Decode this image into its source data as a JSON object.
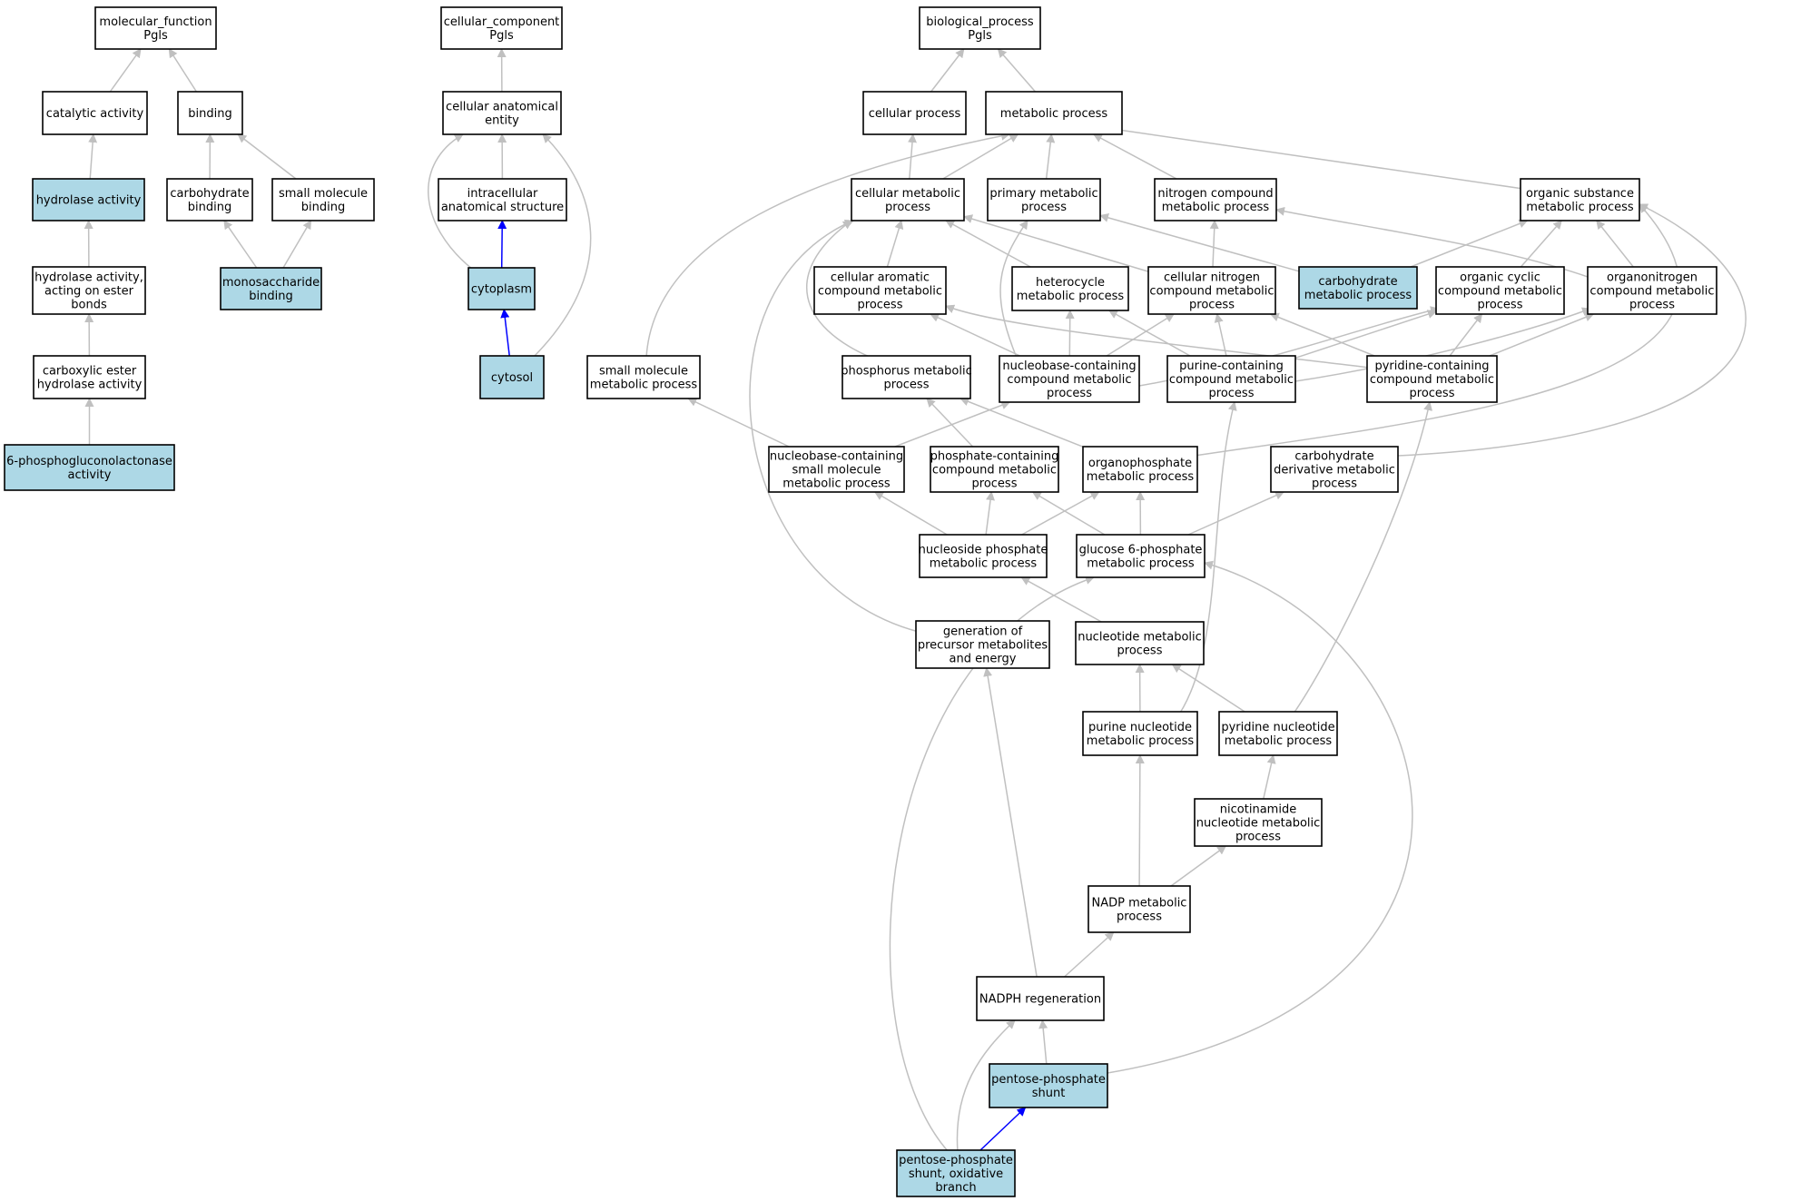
{
  "colors": {
    "highlight_fill": "#add8e6",
    "plain_fill": "#ffffff",
    "edge_gray": "#c0c0c0",
    "edge_blue": "#0000ff",
    "border": "#000000"
  },
  "nodes": [
    {
      "id": "mf",
      "lines": [
        "molecular_function",
        "Pgls"
      ],
      "highlight": false
    },
    {
      "id": "catalytic",
      "lines": [
        "catalytic activity"
      ],
      "highlight": false
    },
    {
      "id": "binding",
      "lines": [
        "binding"
      ],
      "highlight": false
    },
    {
      "id": "hydrolase",
      "lines": [
        "hydrolase activity"
      ],
      "highlight": true
    },
    {
      "id": "carb_binding",
      "lines": [
        "carbohydrate",
        "binding"
      ],
      "highlight": false
    },
    {
      "id": "smallmol_binding",
      "lines": [
        "small molecule",
        "binding"
      ],
      "highlight": false
    },
    {
      "id": "hydrolase_ester",
      "lines": [
        "hydrolase activity,",
        "acting on ester",
        "bonds"
      ],
      "highlight": false
    },
    {
      "id": "monosacch",
      "lines": [
        "monosaccharide",
        "binding"
      ],
      "highlight": true
    },
    {
      "id": "carboxylic",
      "lines": [
        "carboxylic ester",
        "hydrolase activity"
      ],
      "highlight": false
    },
    {
      "id": "6pgl",
      "lines": [
        "6-phosphogluconolactonase",
        "activity"
      ],
      "highlight": true
    },
    {
      "id": "cc",
      "lines": [
        "cellular_component",
        "Pgls"
      ],
      "highlight": false
    },
    {
      "id": "anat",
      "lines": [
        "cellular anatomical",
        "entity"
      ],
      "highlight": false
    },
    {
      "id": "intracell",
      "lines": [
        "intracellular",
        "anatomical structure"
      ],
      "highlight": false
    },
    {
      "id": "cytoplasm",
      "lines": [
        "cytoplasm"
      ],
      "highlight": true
    },
    {
      "id": "cytosol",
      "lines": [
        "cytosol"
      ],
      "highlight": true
    },
    {
      "id": "bp",
      "lines": [
        "biological_process",
        "Pgls"
      ],
      "highlight": false
    },
    {
      "id": "cellproc",
      "lines": [
        "cellular process"
      ],
      "highlight": false
    },
    {
      "id": "metab",
      "lines": [
        "metabolic process"
      ],
      "highlight": false
    },
    {
      "id": "cellmetab",
      "lines": [
        "cellular metabolic",
        "process"
      ],
      "highlight": false
    },
    {
      "id": "primary",
      "lines": [
        "primary metabolic",
        "process"
      ],
      "highlight": false
    },
    {
      "id": "nitrogen",
      "lines": [
        "nitrogen compound",
        "metabolic process"
      ],
      "highlight": false
    },
    {
      "id": "organicsub",
      "lines": [
        "organic substance",
        "metabolic process"
      ],
      "highlight": false
    },
    {
      "id": "cellaromatic",
      "lines": [
        "cellular aromatic",
        "compound metabolic",
        "process"
      ],
      "highlight": false
    },
    {
      "id": "heterocycle",
      "lines": [
        "heterocycle",
        "metabolic process"
      ],
      "highlight": false
    },
    {
      "id": "cellnitrogen",
      "lines": [
        "cellular nitrogen",
        "compound metabolic",
        "process"
      ],
      "highlight": false
    },
    {
      "id": "carbmetab",
      "lines": [
        "carbohydrate",
        "metabolic process"
      ],
      "highlight": true
    },
    {
      "id": "orgcyclic",
      "lines": [
        "organic cyclic",
        "compound metabolic",
        "process"
      ],
      "highlight": false
    },
    {
      "id": "organonitrogen",
      "lines": [
        "organonitrogen",
        "compound metabolic",
        "process"
      ],
      "highlight": false
    },
    {
      "id": "smallmolmetab",
      "lines": [
        "small molecule",
        "metabolic process"
      ],
      "highlight": false
    },
    {
      "id": "phosphorus",
      "lines": [
        "phosphorus metabolic",
        "process"
      ],
      "highlight": false
    },
    {
      "id": "nucleobase",
      "lines": [
        "nucleobase-containing",
        "compound metabolic",
        "process"
      ],
      "highlight": false
    },
    {
      "id": "purinecont",
      "lines": [
        "purine-containing",
        "compound metabolic",
        "process"
      ],
      "highlight": false
    },
    {
      "id": "pyridinecont",
      "lines": [
        "pyridine-containing",
        "compound metabolic",
        "process"
      ],
      "highlight": false
    },
    {
      "id": "nucsmall",
      "lines": [
        "nucleobase-containing",
        "small molecule",
        "metabolic process"
      ],
      "highlight": false
    },
    {
      "id": "phosphatecont",
      "lines": [
        "phosphate-containing",
        "compound metabolic",
        "process"
      ],
      "highlight": false
    },
    {
      "id": "organophosphate",
      "lines": [
        "organophosphate",
        "metabolic process"
      ],
      "highlight": false
    },
    {
      "id": "carbderiv",
      "lines": [
        "carbohydrate",
        "derivative metabolic",
        "process"
      ],
      "highlight": false
    },
    {
      "id": "nucleosidephos",
      "lines": [
        "nucleoside phosphate",
        "metabolic process"
      ],
      "highlight": false
    },
    {
      "id": "glucose6p",
      "lines": [
        "glucose 6-phosphate",
        "metabolic process"
      ],
      "highlight": false
    },
    {
      "id": "generation",
      "lines": [
        "generation of",
        "precursor metabolites",
        "and energy"
      ],
      "highlight": false
    },
    {
      "id": "nucleotide",
      "lines": [
        "nucleotide metabolic",
        "process"
      ],
      "highlight": false
    },
    {
      "id": "purinenuc",
      "lines": [
        "purine nucleotide",
        "metabolic process"
      ],
      "highlight": false
    },
    {
      "id": "pyridinenuc",
      "lines": [
        "pyridine nucleotide",
        "metabolic process"
      ],
      "highlight": false
    },
    {
      "id": "nicotinamide",
      "lines": [
        "nicotinamide",
        "nucleotide metabolic",
        "process"
      ],
      "highlight": false
    },
    {
      "id": "nadp",
      "lines": [
        "NADP metabolic",
        "process"
      ],
      "highlight": false
    },
    {
      "id": "nadph",
      "lines": [
        "NADPH regeneration"
      ],
      "highlight": false
    },
    {
      "id": "ppshunt",
      "lines": [
        "pentose-phosphate",
        "shunt"
      ],
      "highlight": true
    },
    {
      "id": "ppoxid",
      "lines": [
        "pentose-phosphate",
        "shunt, oxidative",
        "branch"
      ],
      "highlight": true
    }
  ],
  "edges": [
    {
      "from": "catalytic",
      "to": "mf",
      "color": "gray"
    },
    {
      "from": "binding",
      "to": "mf",
      "color": "gray"
    },
    {
      "from": "hydrolase",
      "to": "catalytic",
      "color": "gray"
    },
    {
      "from": "carb_binding",
      "to": "binding",
      "color": "gray"
    },
    {
      "from": "smallmol_binding",
      "to": "binding",
      "color": "gray"
    },
    {
      "from": "hydrolase_ester",
      "to": "hydrolase",
      "color": "gray"
    },
    {
      "from": "monosacch",
      "to": "carb_binding",
      "color": "gray"
    },
    {
      "from": "monosacch",
      "to": "smallmol_binding",
      "color": "gray"
    },
    {
      "from": "carboxylic",
      "to": "hydrolase_ester",
      "color": "gray"
    },
    {
      "from": "6pgl",
      "to": "carboxylic",
      "color": "gray"
    },
    {
      "from": "anat",
      "to": "cc",
      "color": "gray"
    },
    {
      "from": "intracell",
      "to": "anat",
      "color": "gray"
    },
    {
      "from": "cytoplasm",
      "to": "intracell",
      "color": "blue"
    },
    {
      "from": "cytoplasm",
      "to": "anat",
      "color": "gray"
    },
    {
      "from": "cytosol",
      "to": "cytoplasm",
      "color": "blue"
    },
    {
      "from": "cytosol",
      "to": "anat",
      "color": "gray"
    },
    {
      "from": "cellproc",
      "to": "bp",
      "color": "gray"
    },
    {
      "from": "metab",
      "to": "bp",
      "color": "gray"
    },
    {
      "from": "cellmetab",
      "to": "cellproc",
      "color": "gray"
    },
    {
      "from": "cellmetab",
      "to": "metab",
      "color": "gray"
    },
    {
      "from": "primary",
      "to": "metab",
      "color": "gray"
    },
    {
      "from": "nitrogen",
      "to": "metab",
      "color": "gray"
    },
    {
      "from": "organicsub",
      "to": "metab",
      "color": "gray"
    },
    {
      "from": "smallmolmetab",
      "to": "metab",
      "color": "gray"
    },
    {
      "from": "cellaromatic",
      "to": "cellmetab",
      "color": "gray"
    },
    {
      "from": "heterocycle",
      "to": "cellmetab",
      "color": "gray"
    },
    {
      "from": "cellnitrogen",
      "to": "cellmetab",
      "color": "gray"
    },
    {
      "from": "cellnitrogen",
      "to": "nitrogen",
      "color": "gray"
    },
    {
      "from": "carbmetab",
      "to": "primary",
      "color": "gray"
    },
    {
      "from": "carbmetab",
      "to": "organicsub",
      "color": "gray"
    },
    {
      "from": "orgcyclic",
      "to": "organicsub",
      "color": "gray"
    },
    {
      "from": "organonitrogen",
      "to": "organicsub",
      "color": "gray"
    },
    {
      "from": "organonitrogen",
      "to": "nitrogen",
      "color": "gray"
    },
    {
      "from": "phosphorus",
      "to": "cellmetab",
      "color": "gray"
    },
    {
      "from": "nucleobase",
      "to": "cellaromatic",
      "color": "gray"
    },
    {
      "from": "nucleobase",
      "to": "heterocycle",
      "color": "gray"
    },
    {
      "from": "nucleobase",
      "to": "cellnitrogen",
      "color": "gray"
    },
    {
      "from": "nucleobase",
      "to": "primary",
      "color": "gray"
    },
    {
      "from": "nucleobase",
      "to": "orgcyclic",
      "color": "gray"
    },
    {
      "from": "purinecont",
      "to": "heterocycle",
      "color": "gray"
    },
    {
      "from": "purinecont",
      "to": "cellnitrogen",
      "color": "gray"
    },
    {
      "from": "purinecont",
      "to": "orgcyclic",
      "color": "gray"
    },
    {
      "from": "purinecont",
      "to": "organonitrogen",
      "color": "gray"
    },
    {
      "from": "pyridinecont",
      "to": "cellaromatic",
      "color": "gray"
    },
    {
      "from": "pyridinecont",
      "to": "cellnitrogen",
      "color": "gray"
    },
    {
      "from": "pyridinecont",
      "to": "orgcyclic",
      "color": "gray"
    },
    {
      "from": "pyridinecont",
      "to": "organonitrogen",
      "color": "gray"
    },
    {
      "from": "nucsmall",
      "to": "smallmolmetab",
      "color": "gray"
    },
    {
      "from": "nucsmall",
      "to": "nucleobase",
      "color": "gray"
    },
    {
      "from": "phosphatecont",
      "to": "phosphorus",
      "color": "gray"
    },
    {
      "from": "organophosphate",
      "to": "phosphorus",
      "color": "gray"
    },
    {
      "from": "organophosphate",
      "to": "organicsub",
      "color": "gray"
    },
    {
      "from": "carbderiv",
      "to": "organicsub",
      "color": "gray"
    },
    {
      "from": "nucleosidephos",
      "to": "nucsmall",
      "color": "gray"
    },
    {
      "from": "nucleosidephos",
      "to": "phosphatecont",
      "color": "gray"
    },
    {
      "from": "nucleosidephos",
      "to": "organophosphate",
      "color": "gray"
    },
    {
      "from": "glucose6p",
      "to": "phosphatecont",
      "color": "gray"
    },
    {
      "from": "glucose6p",
      "to": "organophosphate",
      "color": "gray"
    },
    {
      "from": "glucose6p",
      "to": "carbderiv",
      "color": "gray"
    },
    {
      "from": "generation",
      "to": "cellmetab",
      "color": "gray"
    },
    {
      "from": "nucleotide",
      "to": "nucleosidephos",
      "color": "gray"
    },
    {
      "from": "purinenuc",
      "to": "nucleotide",
      "color": "gray"
    },
    {
      "from": "purinenuc",
      "to": "purinecont",
      "color": "gray"
    },
    {
      "from": "pyridinenuc",
      "to": "nucleotide",
      "color": "gray"
    },
    {
      "from": "pyridinenuc",
      "to": "pyridinecont",
      "color": "gray"
    },
    {
      "from": "nicotinamide",
      "to": "pyridinenuc",
      "color": "gray"
    },
    {
      "from": "nadp",
      "to": "purinenuc",
      "color": "gray"
    },
    {
      "from": "nadp",
      "to": "nicotinamide",
      "color": "gray"
    },
    {
      "from": "nadph",
      "to": "nadp",
      "color": "gray"
    },
    {
      "from": "nadph",
      "to": "generation",
      "color": "gray"
    },
    {
      "from": "ppshunt",
      "to": "nadph",
      "color": "gray"
    },
    {
      "from": "ppshunt",
      "to": "glucose6p",
      "color": "gray"
    },
    {
      "from": "ppoxid",
      "to": "ppshunt",
      "color": "blue"
    },
    {
      "from": "ppoxid",
      "to": "nadph",
      "color": "gray"
    },
    {
      "from": "ppoxid",
      "to": "glucose6p",
      "color": "gray"
    }
  ]
}
